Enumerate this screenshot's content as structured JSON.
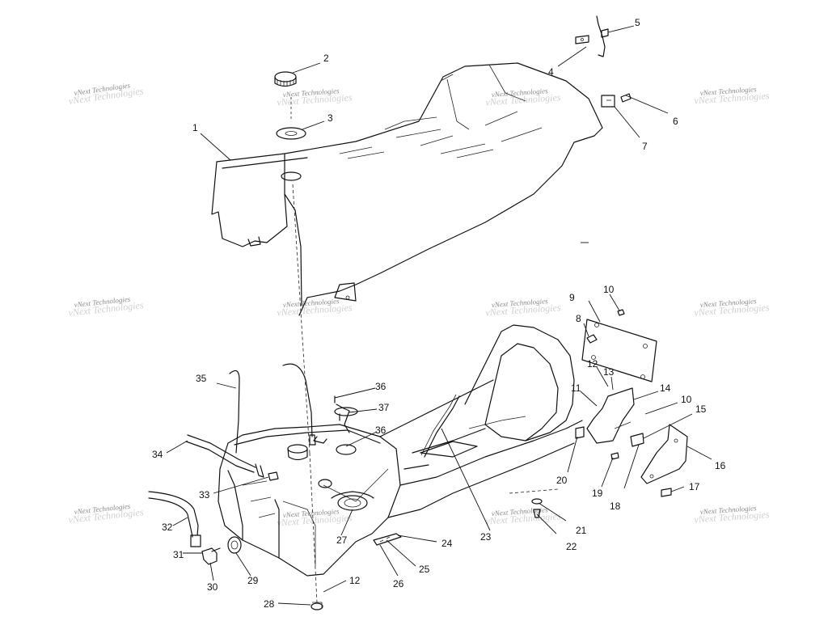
{
  "watermark": {
    "text": "vNext Technologies"
  },
  "callouts": [
    {
      "id": "1",
      "label": "1"
    },
    {
      "id": "2",
      "label": "2"
    },
    {
      "id": "3",
      "label": "3"
    },
    {
      "id": "4",
      "label": "4"
    },
    {
      "id": "5",
      "label": "5"
    },
    {
      "id": "6",
      "label": "6"
    },
    {
      "id": "7",
      "label": "7"
    },
    {
      "id": "8",
      "label": "8"
    },
    {
      "id": "9",
      "label": "9"
    },
    {
      "id": "10a",
      "label": "10"
    },
    {
      "id": "10b",
      "label": "10"
    },
    {
      "id": "11",
      "label": "11"
    },
    {
      "id": "12a",
      "label": "12"
    },
    {
      "id": "12b",
      "label": "12"
    },
    {
      "id": "13",
      "label": "13"
    },
    {
      "id": "14",
      "label": "14"
    },
    {
      "id": "15",
      "label": "15"
    },
    {
      "id": "16",
      "label": "16"
    },
    {
      "id": "17",
      "label": "17"
    },
    {
      "id": "18",
      "label": "18"
    },
    {
      "id": "19",
      "label": "19"
    },
    {
      "id": "20",
      "label": "20"
    },
    {
      "id": "21",
      "label": "21"
    },
    {
      "id": "22",
      "label": "22"
    },
    {
      "id": "23",
      "label": "23"
    },
    {
      "id": "24",
      "label": "24"
    },
    {
      "id": "25",
      "label": "25"
    },
    {
      "id": "26",
      "label": "26"
    },
    {
      "id": "27",
      "label": "27"
    },
    {
      "id": "28",
      "label": "28"
    },
    {
      "id": "29",
      "label": "29"
    },
    {
      "id": "30",
      "label": "30"
    },
    {
      "id": "31",
      "label": "31"
    },
    {
      "id": "32",
      "label": "32"
    },
    {
      "id": "33",
      "label": "33"
    },
    {
      "id": "34",
      "label": "34"
    },
    {
      "id": "35",
      "label": "35"
    },
    {
      "id": "36a",
      "label": "36"
    },
    {
      "id": "36b",
      "label": "36"
    },
    {
      "id": "37",
      "label": "37"
    }
  ]
}
